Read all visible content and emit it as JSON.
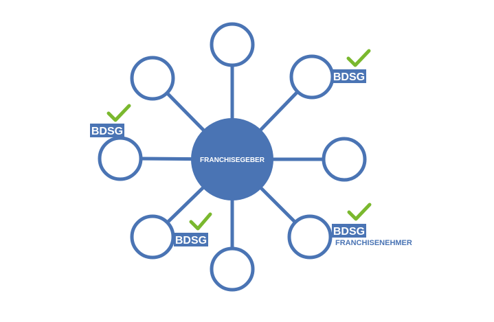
{
  "colors": {
    "line": "#4a74b4",
    "hub_fill": "#4a74b4",
    "satellite_stroke": "#4a74b4",
    "satellite_fill": "#ffffff",
    "badge_bg": "#4a74b4",
    "badge_text": "#ffffff",
    "check": "#7ab82e",
    "label_text": "#4a74b4"
  },
  "hub": {
    "label": "FRANCHISEGEBER"
  },
  "badges": {
    "upper_right": "BDSG",
    "left": "BDSG",
    "lower_left": "BDSG",
    "lower_right": "BDSG"
  },
  "labels": {
    "lower_right_node": "FRANCHISENEHMER"
  },
  "icons": {
    "check": "check-icon"
  }
}
